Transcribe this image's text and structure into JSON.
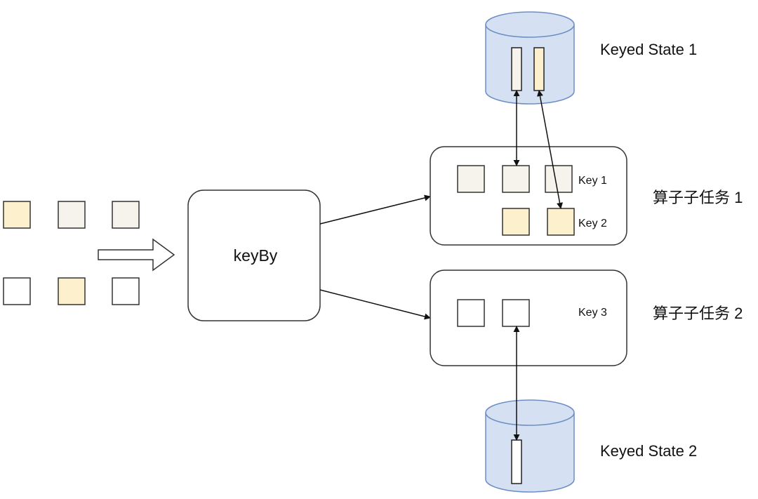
{
  "labels": {
    "keyby": "keyBy",
    "key1": "Key 1",
    "key2": "Key 2",
    "key3": "Key 3",
    "subtask1": "算子子任务 1",
    "subtask2": "算子子任务 2",
    "state1": "Keyed State 1",
    "state2": "Keyed State 2"
  },
  "colors": {
    "key1_fill": "#f5f3ec",
    "key2_fill": "#fdf0cc",
    "key3_fill": "#ffffff",
    "db_fill": "#d5e1f3",
    "db_stroke": "#6d8ec3",
    "stroke": "#111111"
  }
}
